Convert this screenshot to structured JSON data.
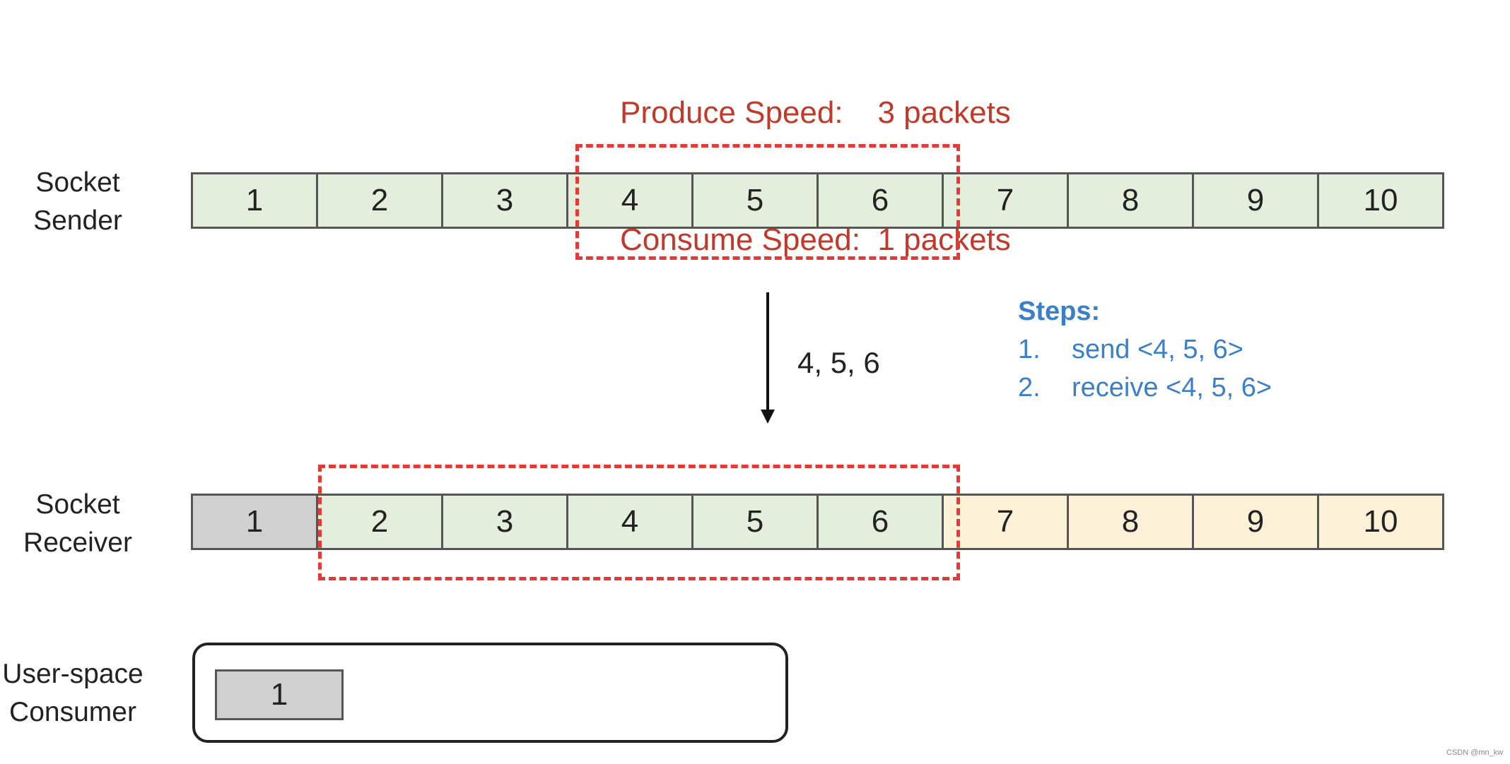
{
  "speeds": {
    "produce_label": "Produce Speed:",
    "produce_value": "3 packets",
    "consume_label": "Consume Speed:",
    "consume_value": "1 packets"
  },
  "sender": {
    "label_line1": "Socket",
    "label_line2": "Sender",
    "cells": [
      "1",
      "2",
      "3",
      "4",
      "5",
      "6",
      "7",
      "8",
      "9",
      "10"
    ]
  },
  "receiver": {
    "label_line1": "Socket",
    "label_line2": "Receiver",
    "cells": [
      "1",
      "2",
      "3",
      "4",
      "5",
      "6",
      "7",
      "8",
      "9",
      "10"
    ]
  },
  "arrow": {
    "label": "4, 5, 6"
  },
  "steps": {
    "title": "Steps:",
    "items": [
      {
        "num": "1.",
        "text": "send <4, 5, 6>"
      },
      {
        "num": "2.",
        "text": "receive <4, 5, 6>"
      }
    ]
  },
  "consumer": {
    "label_line1": "User-space",
    "label_line2": "Consumer",
    "packet": "1"
  },
  "watermark": "CSDN @mn_kw",
  "colors": {
    "accent_red": "#e53935",
    "speed_text": "#c0392b",
    "steps_text": "#3a7fc8",
    "cell_green": "#e3efdc",
    "cell_grey": "#d0d0d0",
    "cell_tan": "#fcf0d6"
  }
}
